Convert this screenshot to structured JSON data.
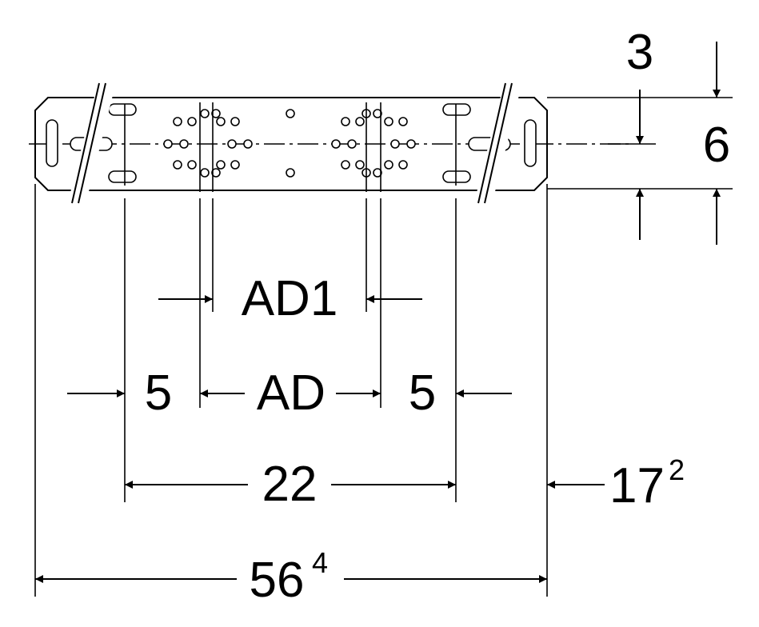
{
  "labels": {
    "dim_top": "3",
    "dim_right": "6",
    "dim_ad1": "AD1",
    "dim_ad": "AD",
    "dim_left5": "5",
    "dim_right5": "5",
    "dim_22": "22",
    "dim_172_base": "17",
    "dim_172_sup": "2",
    "dim_564_base": "56",
    "dim_564_sup": "4"
  },
  "colors": {
    "ink": "#000000",
    "paper": "#ffffff"
  }
}
